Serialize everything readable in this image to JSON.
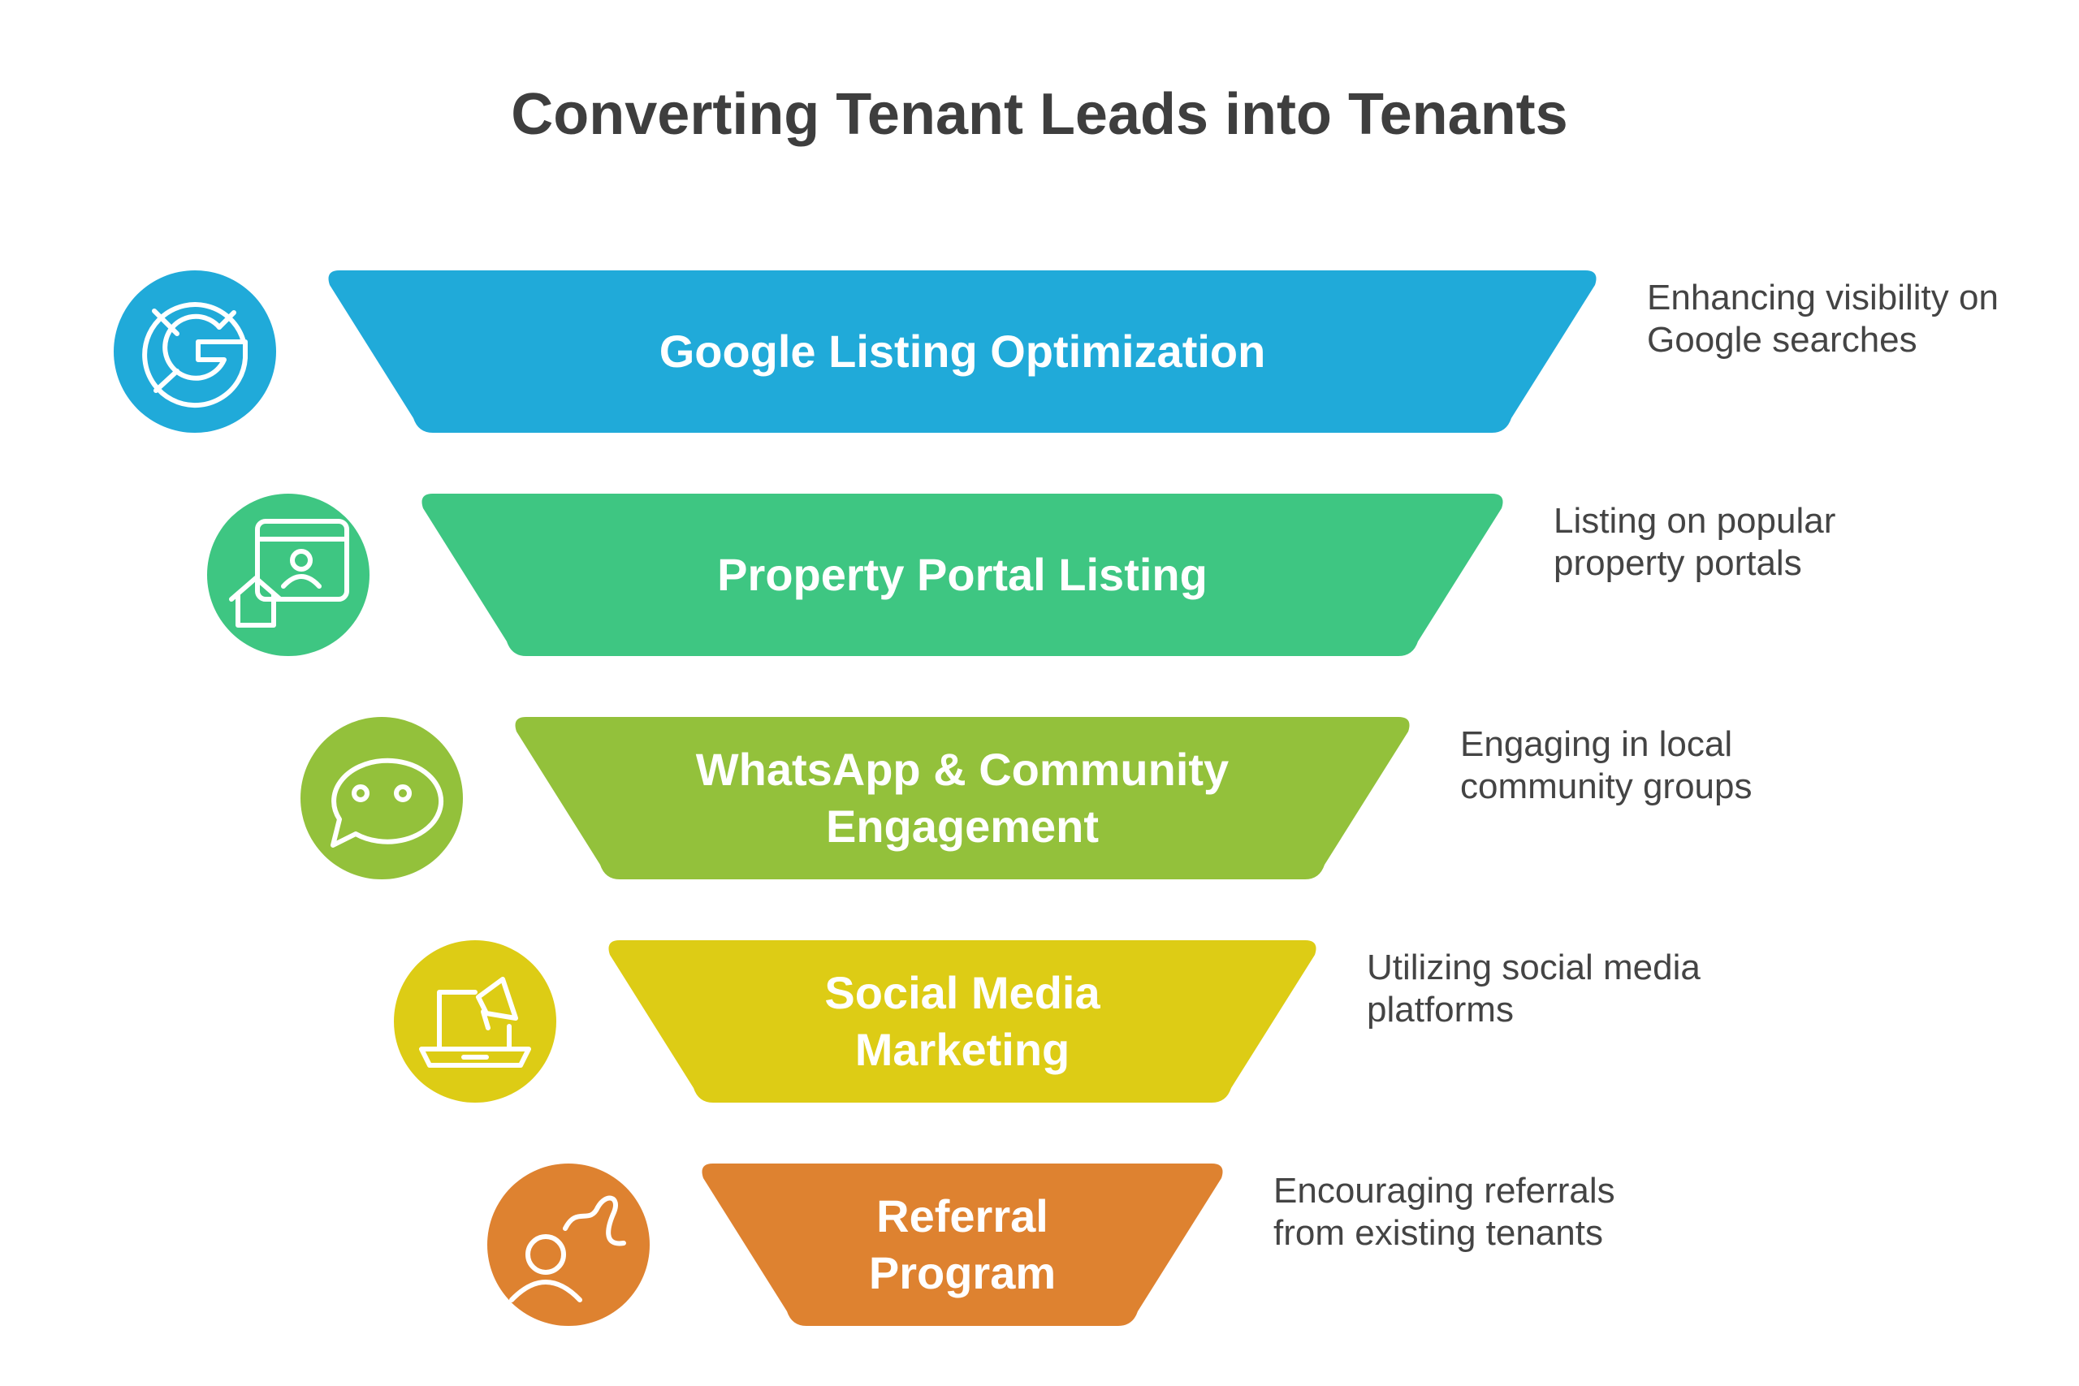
{
  "title": "Converting Tenant Leads into Tenants",
  "stages": [
    {
      "label": "Google Listing Optimization",
      "description": [
        "Enhancing visibility on",
        "Google searches"
      ],
      "color": "#20aad9",
      "icon": "google-icon"
    },
    {
      "label": "Property Portal Listing",
      "description": [
        "Listing on popular",
        "property portals"
      ],
      "color": "#3ec682",
      "icon": "property-portal-icon"
    },
    {
      "label": "WhatsApp & Community Engagement",
      "description": [
        "Engaging in local",
        "community groups"
      ],
      "color": "#93c13b",
      "icon": "chat-bubble-icon"
    },
    {
      "label": "Social Media Marketing",
      "description": [
        "Utilizing social media",
        "platforms"
      ],
      "color": "#ddcc15",
      "icon": "laptop-megaphone-icon"
    },
    {
      "label": "Referral Program",
      "description": [
        "Encouraging referrals",
        "from existing tenants"
      ],
      "color": "#de8230",
      "icon": "referral-person-icon"
    }
  ]
}
